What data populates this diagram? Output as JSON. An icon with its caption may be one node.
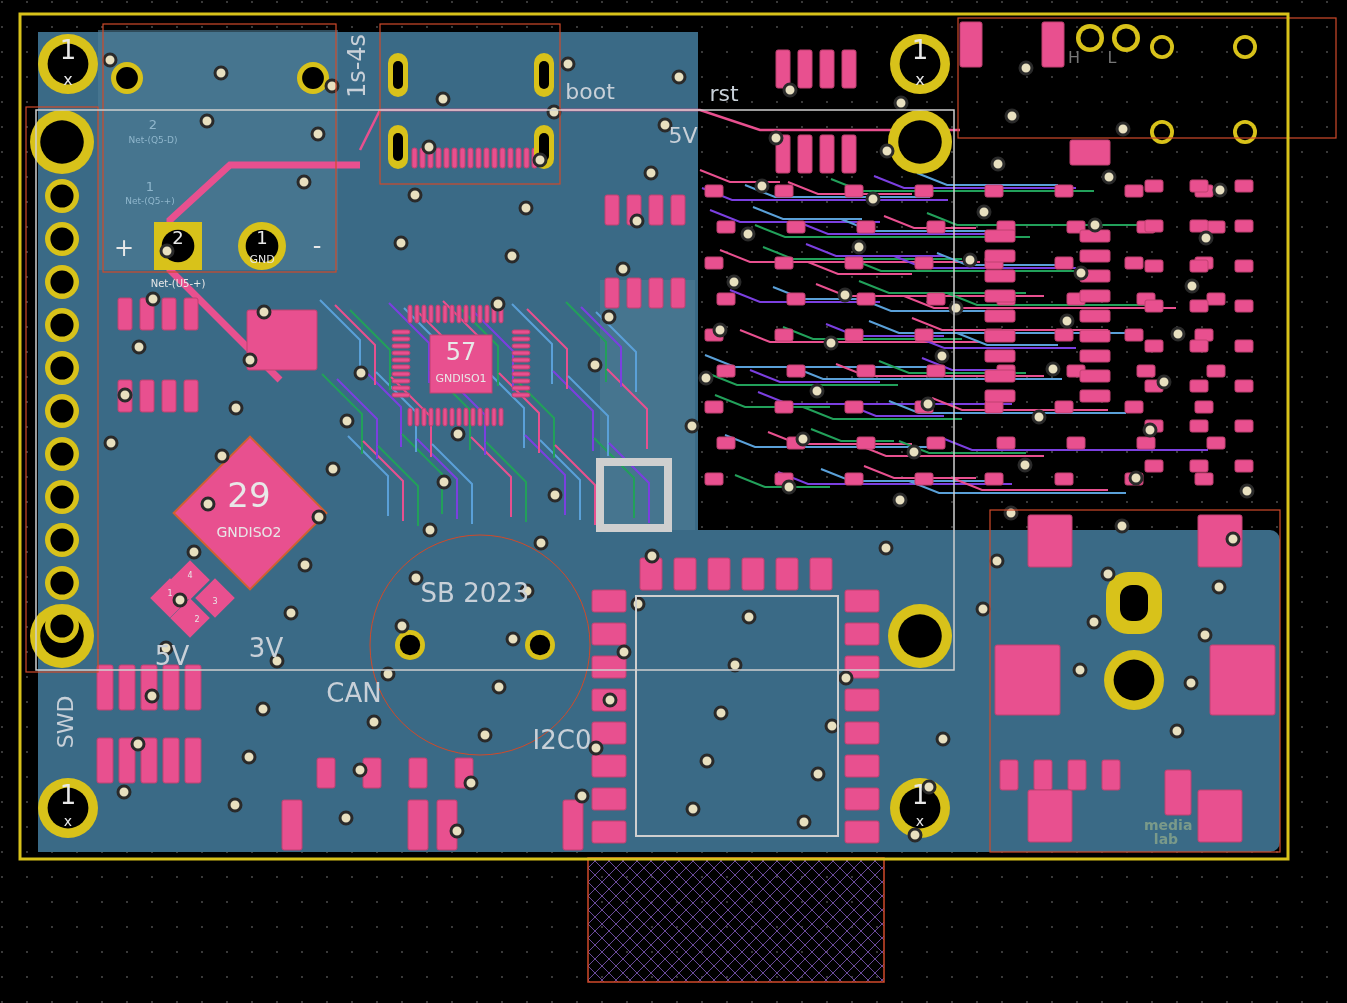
{
  "diagram": {
    "labels": [
      "1",
      "x",
      "1s-4s",
      "boot",
      "rst",
      "1",
      "x",
      "H",
      "L",
      "5V",
      "2",
      "Net-(Q5-D)",
      "1",
      "Net-(Q5-+)",
      "+",
      "2",
      "Net-(U5-+)",
      "1",
      "GND",
      "-",
      "57",
      "GNDISO1",
      "29",
      "GNDISO2",
      "4",
      "1",
      "3",
      "2",
      "SB 2023",
      "5V",
      "3V",
      "CAN",
      "SWD",
      "I2C0",
      "1",
      "x",
      "1",
      "x",
      "media lab"
    ]
  }
}
